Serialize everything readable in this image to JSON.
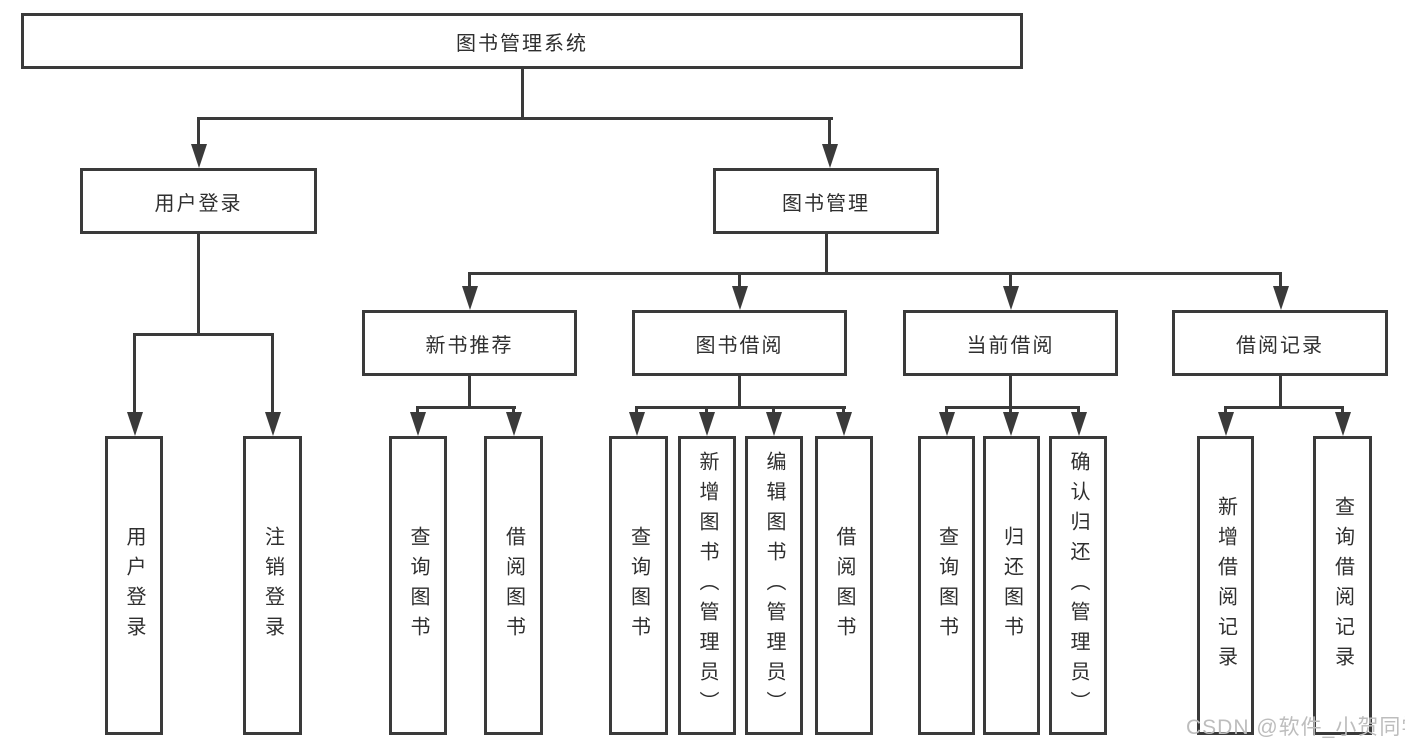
{
  "diagram": {
    "type": "hierarchy-tree",
    "title": "图书管理系统"
  },
  "nodes": {
    "root": "图书管理系统",
    "user_login": "用户登录",
    "book_mgmt": "图书管理",
    "new_book_rec": "新书推荐",
    "book_borrow": "图书借阅",
    "current_borrow": "当前借阅",
    "borrow_records": "借阅记录",
    "ul_login": "用户登录",
    "ul_logout": "注销登录",
    "nr_query": "查询图书",
    "nr_borrow": "借阅图书",
    "bb_query": "查询图书",
    "bb_add": "新增图书（管理员）",
    "bb_edit": "编辑图书（管理员）",
    "bb_lend": "借阅图书",
    "cb_query": "查询图书",
    "cb_return": "归还图书",
    "cb_confirm": "确认归还（管理员）",
    "br_add": "新增借阅记录",
    "br_query": "查询借阅记录"
  },
  "structure": {
    "root": "图书管理系统",
    "children": [
      {
        "label": "用户登录",
        "children": [
          "用户登录",
          "注销登录"
        ]
      },
      {
        "label": "图书管理",
        "children": [
          {
            "label": "新书推荐",
            "children": [
              "查询图书",
              "借阅图书"
            ]
          },
          {
            "label": "图书借阅",
            "children": [
              "查询图书",
              "新增图书（管理员）",
              "编辑图书（管理员）",
              "借阅图书"
            ]
          },
          {
            "label": "当前借阅",
            "children": [
              "查询图书",
              "归还图书",
              "确认归还（管理员）"
            ]
          },
          {
            "label": "借阅记录",
            "children": [
              "新增借阅记录",
              "查询借阅记录"
            ]
          }
        ]
      }
    ]
  },
  "watermark": "CSDN @软件_小贺同学",
  "colors": {
    "line": "#3a3a3a",
    "text": "#2f2f2f",
    "background": "#ffffff",
    "watermark": "#bdbdbd"
  }
}
